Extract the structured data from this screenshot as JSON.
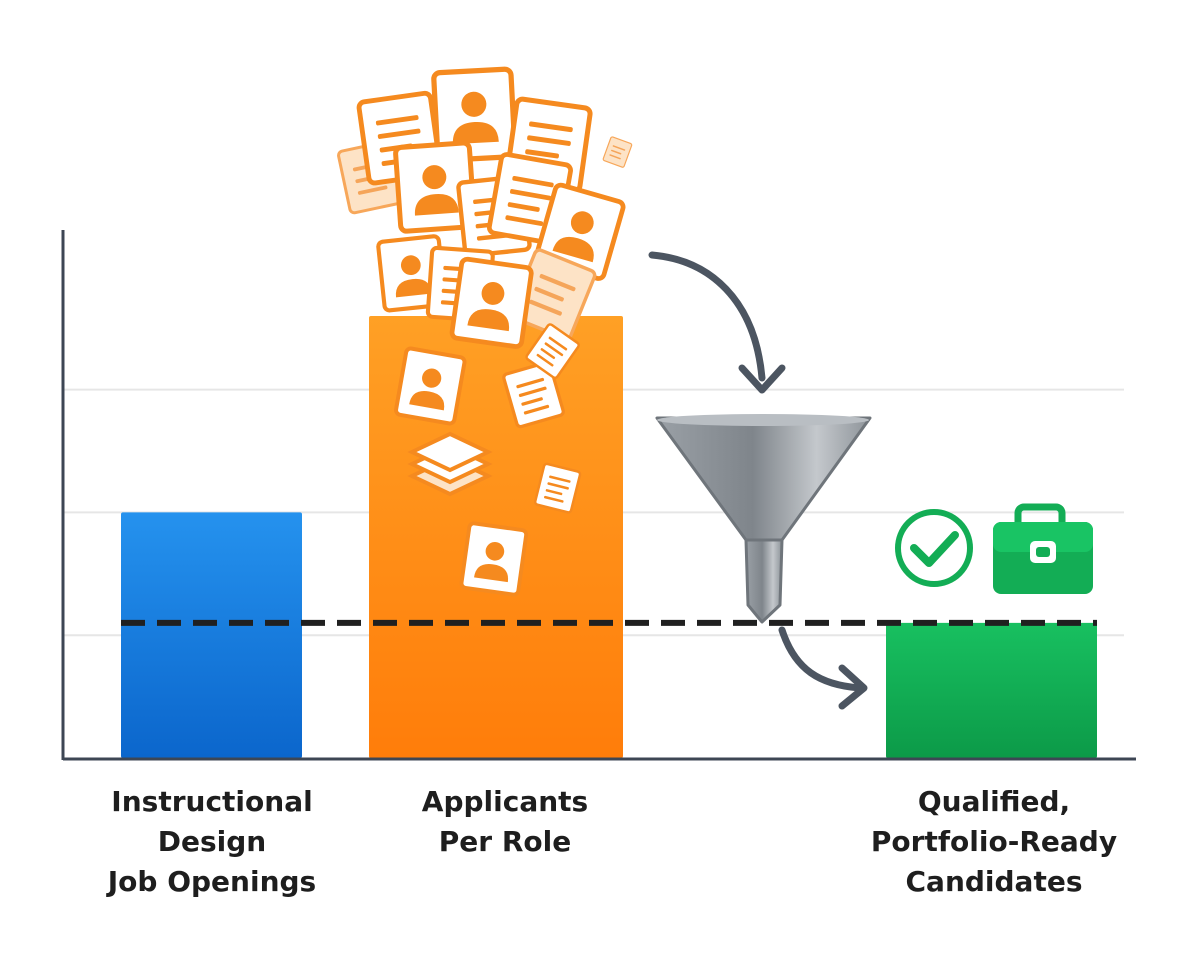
{
  "chart_data": {
    "type": "bar",
    "categories": [
      "Instructional\nDesign\nJob Openings",
      "Applicants\nPer Role",
      "Qualified,\nPortfolio-Ready\nCandidates"
    ],
    "values": [
      2.0,
      3.6,
      1.1
    ],
    "ylim": [
      0,
      4.3
    ],
    "reference_line": 1.1,
    "grid": true,
    "colors": [
      "#1a7fe6",
      "#ff8c12",
      "#13ad55"
    ],
    "annotations": [
      "document-pile-icon",
      "funnel-icon",
      "check-circle-icon",
      "briefcase-icon"
    ]
  },
  "colors": {
    "axis": "#3d4654",
    "grid": "#e6e6e6",
    "dashed_line": "#202020",
    "arrow": "#4c5561",
    "orange_doc": "#f58a1f",
    "green": "#13ad55"
  }
}
